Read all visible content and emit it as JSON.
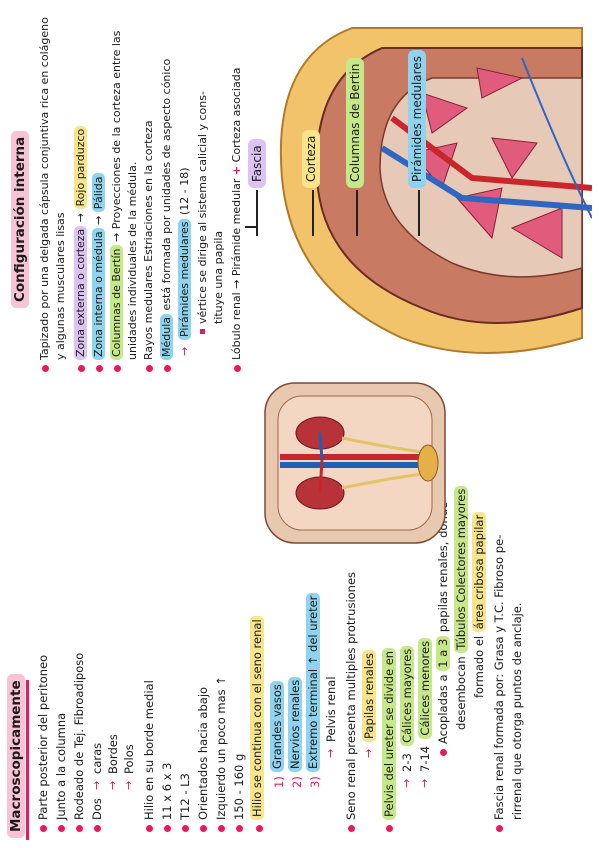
{
  "macro": {
    "title": "Macroscopicamente",
    "l1": "Parte posterior del peritoneo",
    "l2": "Junto a la columna",
    "l3": "Rodeado de Tej. Fibroadiposo",
    "l4": "Dos",
    "l4a": "caras",
    "l4b": "Bordes",
    "l4c": "Polos",
    "l5": "Hilio en su borde medial",
    "l6": "11 x 6 x 3",
    "l7": "T12 - L3",
    "l8": "Orientados hacia abajo",
    "l9": "Izquierdo un poco mas",
    "l9arrow": "↑",
    "l10": "150 - 160 g",
    "l11": "Hilio se continua con el seno renal",
    "s1n": "1)",
    "s1": "Grandes vasos",
    "s2n": "2)",
    "s2": "Nervios renales",
    "s3n": "3)",
    "s3a": "Extremo terminal",
    "s3arrow": "↑",
    "s3b": "del ureter",
    "s4": "Pelvis renal",
    "l12": "Seno renal presenta multiples protrusiones",
    "l12a": "Papilas renales",
    "l13": "Pelvis del ureter se divide en",
    "l13a": "2-3",
    "l13a_t": "Cálices mayores",
    "l13b": "7-14",
    "l13b_t": "Cálices menores",
    "l14a": "Acopladas a",
    "l14b": "1 a 3",
    "l14c": "papilas renales, donde",
    "l14d": "desembocan",
    "l14e": "Túbulos Colectores mayores",
    "l14f": "formado el",
    "l14g": "área cribosa papilar",
    "l15": "Fascia renal formada por: Grasa y T.C. Fibroso pe-",
    "l15b": "rirrenal que otorga puntos de anclaje."
  },
  "intern": {
    "title": "Configuración interna",
    "l1": "Tapizado por una delgada cápsula conjuntiva rica en colágeno",
    "l1b": "y algunas musculares lisas",
    "l2a": "Zona externa o corteza",
    "l2b": "Rojo parduzco",
    "l3a": "Zona interna o médula",
    "l3b": "Pálida",
    "l4a": "Columnas de Bertín",
    "l4b": "Proyecciones de la corteza entre las",
    "l4c": "unidades individuales de la médula.",
    "l5": "Rayos medulares  Estriaciones en la corteza",
    "l6a": "Médula",
    "l6b": "está formada por unidades de aspecto cónico",
    "l7a": "Pirámides medulares",
    "l7b": "(12 - 18)",
    "l8": "vértice se dirige al sistema calicial y cons-",
    "l8b": "tituye una papila",
    "l9a": "Lóbulo renal",
    "l9b": "Pirámide medular",
    "l9c": "+",
    "l9d": "Corteza asociada"
  },
  "labels": {
    "fascia": "Fascia",
    "corteza": "Corteza",
    "columnas": "Columnas de Bertin",
    "piramides": "Pirámides medulares"
  },
  "colors": {
    "pink": "#e8195e",
    "yellow": "#f7e58b",
    "blue": "#8fd3ee",
    "green": "#c7e88a",
    "purple": "#ddc3f2"
  }
}
